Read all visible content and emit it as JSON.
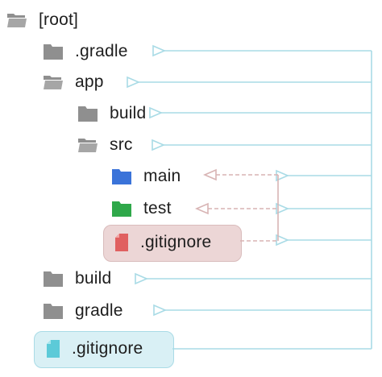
{
  "tree": {
    "root": {
      "label": "[root]",
      "icon": "open-folder-icon",
      "color": "#8f8f8f"
    },
    "gradle_dir": {
      "label": ".gradle",
      "icon": "folder-icon",
      "color": "#8f8f8f"
    },
    "app": {
      "label": "app",
      "icon": "open-folder-icon",
      "color": "#8f8f8f"
    },
    "app_build": {
      "label": "build",
      "icon": "folder-icon",
      "color": "#8f8f8f"
    },
    "src": {
      "label": "src",
      "icon": "open-folder-icon",
      "color": "#8f8f8f"
    },
    "main": {
      "label": "main",
      "icon": "folder-icon",
      "color": "#3a73d9"
    },
    "test": {
      "label": "test",
      "icon": "folder-icon",
      "color": "#2fa84a"
    },
    "src_gitignore": {
      "label": ".gitignore",
      "icon": "file-icon",
      "color": "#e06060",
      "highlight": "#ecd6d6"
    },
    "build": {
      "label": "build",
      "icon": "folder-icon",
      "color": "#8f8f8f"
    },
    "gradle": {
      "label": "gradle",
      "icon": "folder-icon",
      "color": "#8f8f8f"
    },
    "root_gitignore": {
      "label": ".gitignore",
      "icon": "file-icon",
      "color": "#5ccad8",
      "highlight": "#d9f0f5"
    }
  },
  "colors": {
    "root_ignore_lines": "#a9dbe6",
    "src_ignore_lines": "#d8b4b4"
  }
}
